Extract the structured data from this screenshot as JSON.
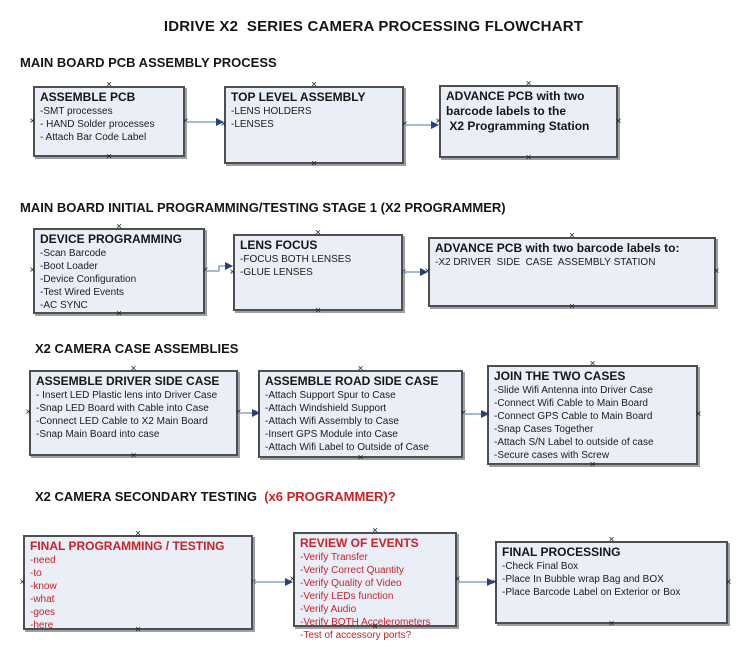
{
  "title": "IDRIVE X2  SERIES CAMERA PROCESSING FLOWCHART",
  "icons": {
    "anchor": "×"
  },
  "colors": {
    "box_fill": "#e9eef7",
    "box_border": "#4f4f4f",
    "shadow": "#9aa0a6",
    "arrow_line": "#8ca3c4",
    "arrow_head": "#24437c",
    "red": "#cb2228",
    "black": "#111111"
  },
  "sections": [
    {
      "heading": "MAIN BOARD PCB ASSEMBLY PROCESS",
      "heading_red": "",
      "boxes": [
        {
          "title": "ASSEMBLE PCB",
          "items": [
            "-SMT processes",
            "- HAND Solder processes",
            "- Attach Bar Code Label"
          ]
        },
        {
          "title": "TOP LEVEL ASSEMBLY",
          "items": [
            "-LENS HOLDERS",
            "-LENSES"
          ]
        },
        {
          "title": "ADVANCE PCB with two\nbarcode labels to the\n X2 Programming Station",
          "items": []
        }
      ]
    },
    {
      "heading": "MAIN BOARD INITIAL PROGRAMMING/TESTING STAGE 1 (X2 PROGRAMMER)",
      "heading_red": "",
      "boxes": [
        {
          "title": "DEVICE PROGRAMMING",
          "items": [
            "-Scan Barcode",
            "-Boot Loader",
            "-Device Configuration",
            "-Test Wired Events",
            "-AC SYNC"
          ]
        },
        {
          "title": "LENS FOCUS",
          "items": [
            "-FOCUS BOTH LENSES",
            "-GLUE LENSES"
          ]
        },
        {
          "title": "ADVANCE PCB with two barcode labels to:",
          "items": [
            "-X2 DRIVER  SIDE  CASE  ASSEMBLY STATION"
          ]
        }
      ]
    },
    {
      "heading": "X2 CAMERA CASE ASSEMBLIES",
      "heading_red": "",
      "boxes": [
        {
          "title": "ASSEMBLE DRIVER SIDE CASE",
          "items": [
            "- Insert LED Plastic lens into Driver Case",
            "-Snap LED Board with Cable into Case",
            "-Connect LED Cable to X2 Main Board",
            "-Snap Main Board into case"
          ]
        },
        {
          "title": "ASSEMBLE ROAD SIDE CASE",
          "items": [
            "-Attach Support Spur to Case",
            "-Attach Windshield Support",
            "-Attach Wifi Assembly to Case",
            "-Insert GPS Module into Case",
            "-Attach Wifi Label to Outside of Case"
          ]
        },
        {
          "title": "JOIN THE TWO CASES",
          "items": [
            "-Slide Wifi Antenna into Driver Case",
            "-Connect Wifi Cable to Main Board",
            "-Connect GPS Cable to Main Board",
            "-Snap Cases Together",
            "-Attach S/N Label to outside of case",
            "-Secure cases with Screw"
          ]
        }
      ]
    },
    {
      "heading": "X2 CAMERA SECONDARY TESTING  ",
      "heading_red": "(x6 PROGRAMMER)?",
      "boxes": [
        {
          "title": "FINAL PROGRAMMING / TESTING",
          "items": [
            "-need",
            "-to",
            "-know",
            "-what",
            "-goes",
            "-here"
          ]
        },
        {
          "title": "REVIEW OF EVENTS",
          "items": [
            "-Verify Transfer",
            "-Verify Correct Quantity",
            "-Verify Quality of Video",
            "-Verify LEDs function",
            "-Verify Audio",
            "-Verify BOTH Accelerometers",
            "-Test of accessory ports?"
          ]
        },
        {
          "title": "FINAL PROCESSING",
          "items": [
            "-Check Final Box",
            "-Place In Bubble wrap Bag and BOX",
            "-Place Barcode Label on Exterior or Box"
          ]
        }
      ]
    }
  ]
}
